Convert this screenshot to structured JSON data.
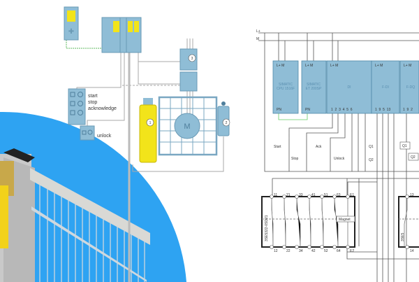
{
  "overview": {
    "buttons": {
      "start": "start",
      "stop": "stop",
      "acknowledge": "acknowledge",
      "unlock": "unlock"
    },
    "markers": [
      "1",
      "2",
      "3"
    ],
    "motor": "M"
  },
  "schematic": {
    "rails": {
      "plus": "L+",
      "minus": "M"
    },
    "modules": [
      {
        "line1": "SIMATIC",
        "line2": "CPU 1516F",
        "top": "L+ M",
        "bottom": "PN"
      },
      {
        "line1": "SIMATIC",
        "line2": "ET 200SP",
        "top": "L+ M",
        "bottom": "PN"
      },
      {
        "line1": "DI",
        "line2": "",
        "top": "L+ M",
        "bottom": "1  2  3  4  5  6"
      },
      {
        "line1": "F-DI",
        "line2": "",
        "top": "L+ M",
        "bottom": "1  9  5  13"
      },
      {
        "line1": "F-DQ",
        "line2": "",
        "top": "L+ M",
        "bottom": "1  9  2"
      }
    ],
    "switches": {
      "start": "Start",
      "stop": "Stop",
      "ack": "Ack",
      "unlock": "Unlock",
      "q1": "Q1",
      "q2": "Q2"
    },
    "coils": {
      "q1": "Q1",
      "q2": "Q2"
    },
    "lock1": {
      "top_terms": [
        "11",
        "21",
        "33",
        "41",
        "51",
        "63",
        "E1"
      ],
      "bottom_terms": [
        "12",
        "22",
        "34",
        "42",
        "52",
        "64",
        "E2"
      ],
      "magnet": "Magnet",
      "part": "3SE5322-0SD21"
    },
    "lock2": {
      "top_term": "13",
      "bottom_term": "14",
      "part": "3SE5"
    }
  },
  "colors": {
    "blue": "#2ea3f2",
    "module": "#8fbdd6",
    "yellow": "#f2e41a"
  }
}
